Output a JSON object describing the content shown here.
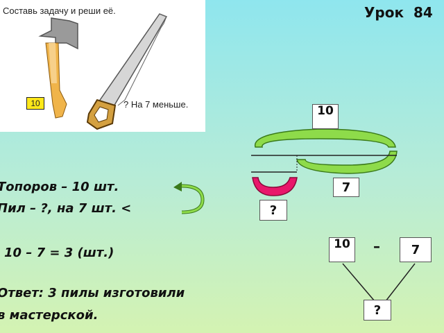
{
  "task": {
    "title": "Составь задачу и реши её.",
    "axe_count": "10",
    "saw_caption": "? На 7 меньше."
  },
  "lesson": {
    "label": "Урок  84"
  },
  "condition": {
    "axes_line": "Топоров – 10 шт.",
    "saws_line": "Пил – ?, на 7 шт. <"
  },
  "solution": {
    "expression": "10 – 7 = 3 (шт.)"
  },
  "answer": {
    "line1": "Ответ: 3 пилы изготовили",
    "line2": "в мастерской."
  },
  "bar_model": {
    "total": "10",
    "part": "7",
    "unknown": "?",
    "colors": {
      "long_bar": "#8edb4a",
      "short_bar": "#e8176b"
    }
  },
  "tree": {
    "left": "10",
    "operator": "–",
    "right": "7",
    "result": "?"
  }
}
